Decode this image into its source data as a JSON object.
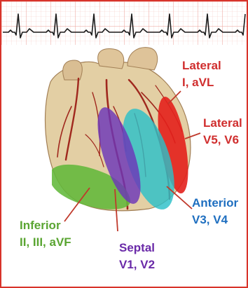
{
  "ecg": {
    "caption": ""
  },
  "regions": {
    "lateral_high": {
      "name": "Lateral",
      "leads": "I, aVL",
      "color": "#d02e2e"
    },
    "lateral_low": {
      "name": "Lateral",
      "leads": "V5, V6",
      "color": "#d02e2e"
    },
    "anterior": {
      "name": "Anterior",
      "leads": "V3, V4",
      "color": "#1f6fc0"
    },
    "septal": {
      "name": "Septal",
      "leads": "V1, V2",
      "color": "#6a2aa8"
    },
    "inferior": {
      "name": "Inferior",
      "leads": "II, III, aVF",
      "color": "#5aa532"
    }
  },
  "colors": {
    "frame_border": "#d8332a",
    "ecg_grid": "#f2b6b0",
    "ecg_trace": "#1c1c1c",
    "heart_tissue": "#e3cfa4",
    "vessel": "#a0281e",
    "lateral_zone": "#e3201c",
    "anterior_zone": "#2cc0c8",
    "septal_zone": "#6d36b8",
    "inferior_zone": "#62b83a"
  }
}
